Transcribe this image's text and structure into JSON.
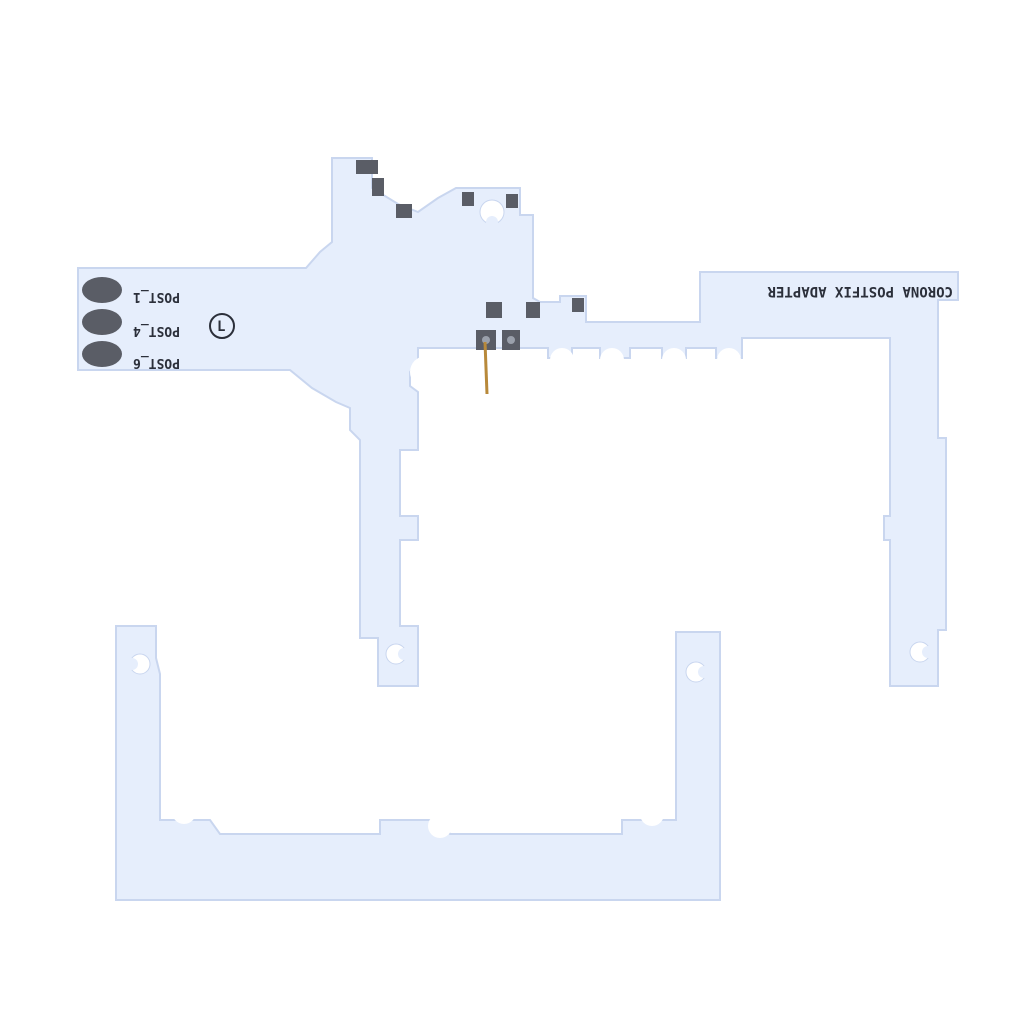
{
  "photo": {
    "background_color": "#ffffff",
    "board_color": "#e6eefc",
    "board_edge_color": "#c9d6ef",
    "pad_color": "#5a5d66",
    "silkscreen_color": "#2b2f3a",
    "wire_color": "#b8893a"
  },
  "board": {
    "label": "CORONA POSTFIX ADAPTER",
    "post_labels": [
      "POST_1",
      "POST_4",
      "POST_6"
    ],
    "marker": "L"
  }
}
